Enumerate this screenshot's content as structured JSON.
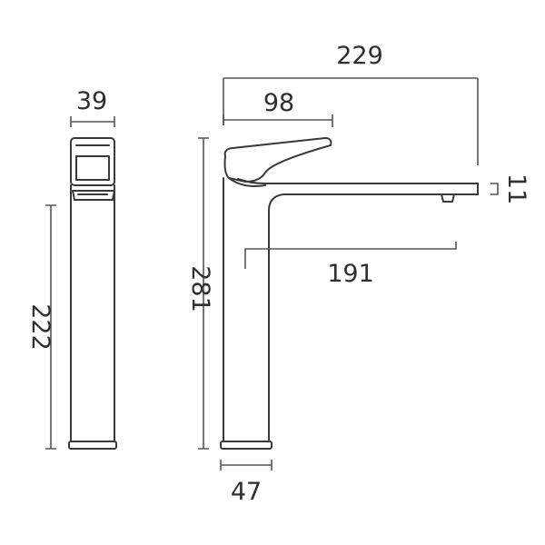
{
  "diagram": {
    "dimensions": {
      "side_top_width": "39",
      "side_body_height": "222",
      "total_reach": "229",
      "handle_length": "98",
      "spout_thickness": "11",
      "total_height": "281",
      "spout_projection": "191",
      "base_diameter": "47"
    },
    "colors": {
      "line": "#3a3a3a",
      "background": "#ffffff"
    }
  }
}
